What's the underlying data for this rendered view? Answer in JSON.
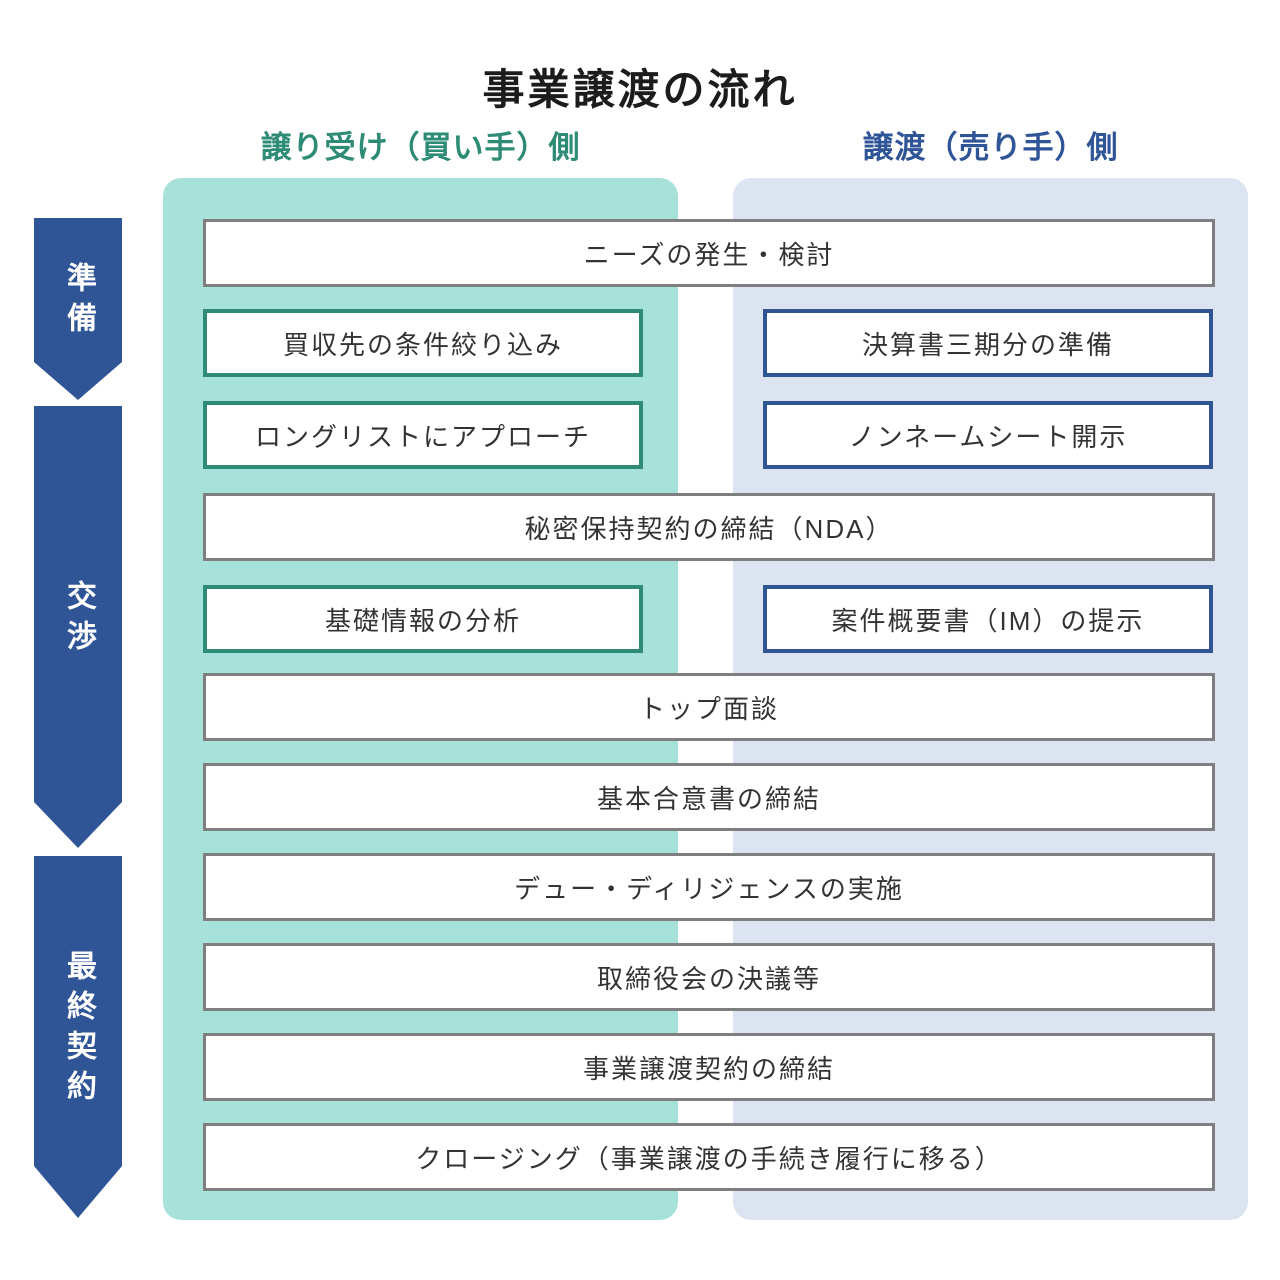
{
  "title": "事業譲渡の流れ",
  "columns": {
    "buyer": {
      "label": "譲り受け（買い手）側"
    },
    "seller": {
      "label": "譲渡（売り手）側"
    }
  },
  "phases": [
    {
      "label": "準備"
    },
    {
      "label": "交渉"
    },
    {
      "label": "最終契約"
    }
  ],
  "rows": [
    {
      "type": "span",
      "label": "ニーズの発生・検討"
    },
    {
      "type": "pair",
      "buyer": "買収先の条件絞り込み",
      "seller": "決算書三期分の準備"
    },
    {
      "type": "pair",
      "buyer": "ロングリストにアプローチ",
      "seller": "ノンネームシート開示"
    },
    {
      "type": "span",
      "label": "秘密保持契約の締結（NDA）"
    },
    {
      "type": "pair",
      "buyer": "基礎情報の分析",
      "seller": "案件概要書（IM）の提示"
    },
    {
      "type": "span",
      "label": "トップ面談"
    },
    {
      "type": "span",
      "label": "基本合意書の締結"
    },
    {
      "type": "span",
      "label": "デュー・ディリジェンスの実施"
    },
    {
      "type": "span",
      "label": "取締役会の決議等"
    },
    {
      "type": "span",
      "label": "事業譲渡契約の締結"
    },
    {
      "type": "span",
      "label": "クロージング（事業譲渡の手続き履行に移る）"
    }
  ],
  "colors": {
    "accent-green": "#2E8B76",
    "accent-blue": "#2F5597",
    "panel-green": "#A6E2D9",
    "panel-blue": "#DCE3F1",
    "box-border-gray": "#7F7F7F",
    "arrow-blue": "#2F5597",
    "text-dark": "#333333",
    "title-color": "#1C1C1C"
  }
}
